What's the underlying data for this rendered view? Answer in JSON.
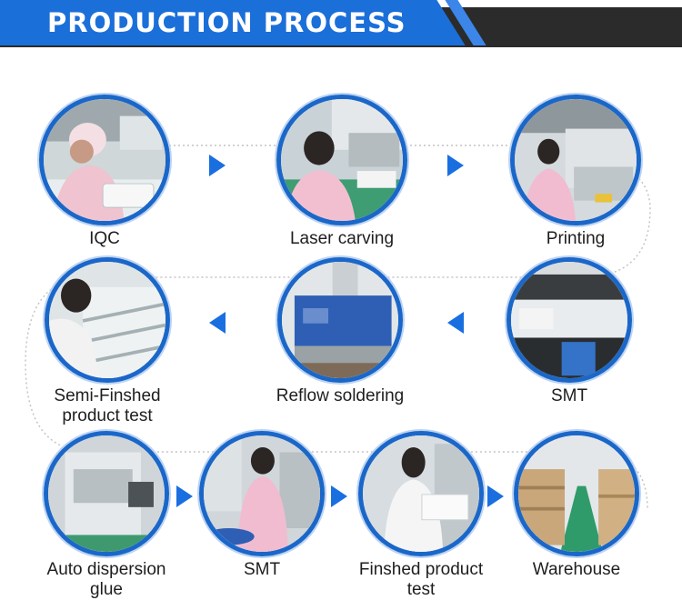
{
  "header": {
    "title": "PRODUCTION PROCESS"
  },
  "colors": {
    "accent": "#1b6fd9",
    "dark": "#2b2b2b",
    "arrow": "#1a6fe0"
  },
  "steps": [
    {
      "label": "IQC"
    },
    {
      "label": "Laser carving"
    },
    {
      "label": "Printing"
    },
    {
      "label": "Semi-Finshed product test"
    },
    {
      "label": "Reflow soldering"
    },
    {
      "label": "SMT"
    },
    {
      "label": "Auto dispersion glue"
    },
    {
      "label": "SMT"
    },
    {
      "label": "Finshed product test"
    },
    {
      "label": "Warehouse"
    }
  ],
  "icons": {
    "arrow_right": "arrow-right-icon",
    "arrow_left": "arrow-left-icon"
  }
}
